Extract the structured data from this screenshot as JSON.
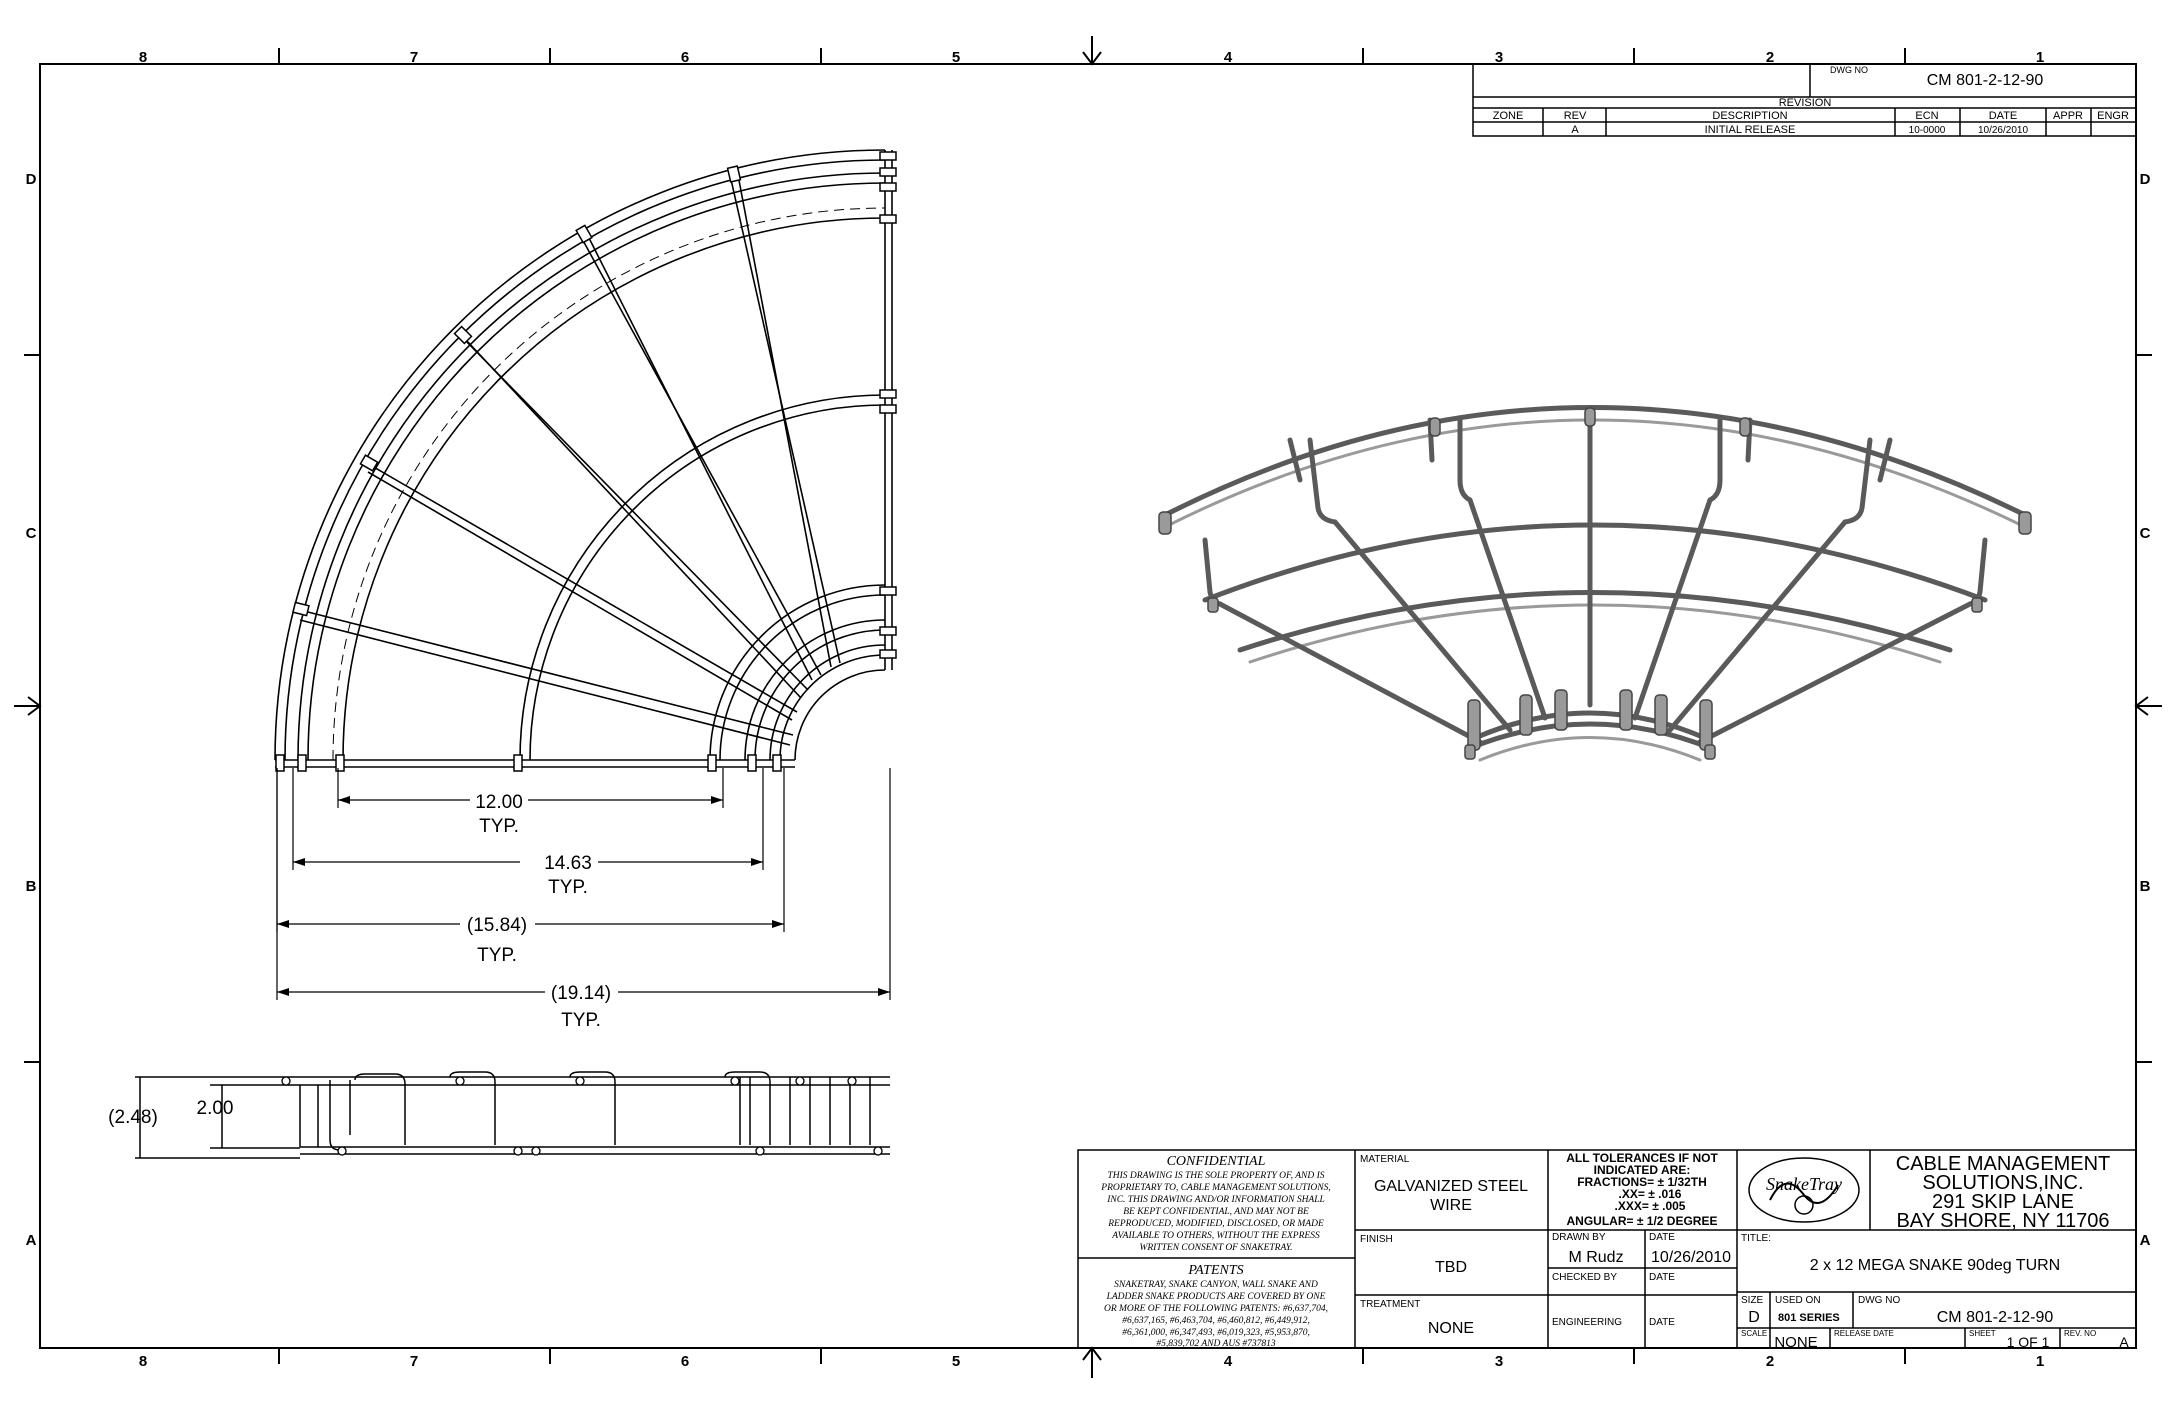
{
  "zones": {
    "top": [
      "8",
      "7",
      "6",
      "5",
      "4",
      "3",
      "2",
      "1"
    ],
    "bottom": [
      "8",
      "7",
      "6",
      "5",
      "4",
      "3",
      "2",
      "1"
    ],
    "left": [
      "D",
      "C",
      "B",
      "A"
    ],
    "right": [
      "D",
      "C",
      "B",
      "A"
    ]
  },
  "revision_block": {
    "dwg_no_label": "DWG NO",
    "dwg_no": "CM 801-2-12-90",
    "title": "REVISION",
    "headers": [
      "ZONE",
      "REV",
      "DESCRIPTION",
      "ECN",
      "DATE",
      "APPR",
      "ENGR"
    ],
    "row": [
      "",
      "A",
      "INITIAL RELEASE",
      "10-0000",
      "10/26/2010",
      "",
      ""
    ]
  },
  "dimensions": {
    "d1": "12.00",
    "d1_note": "TYP.",
    "d2": "14.63",
    "d2_note": "TYP.",
    "d3": "(15.84)",
    "d3_note": "TYP.",
    "d4": "(19.14)",
    "d4_note": "TYP.",
    "h1": "2.00",
    "h2": "(2.48)"
  },
  "title_block": {
    "confidential_title": "CONFIDENTIAL",
    "confidential_text": [
      "THIS DRAWING IS THE SOLE PROPERTY OF, AND IS",
      "PROPRIETARY TO, CABLE MANAGEMENT SOLUTIONS,",
      "INC. THIS DRAWING AND/OR INFORMATION SHALL",
      "BE KEPT CONFIDENTIAL, AND MAY NOT BE",
      "REPRODUCED, MODIFIED, DISCLOSED, OR MADE",
      "AVAILABLE TO OTHERS, WITHOUT THE EXPRESS",
      "WRITTEN CONSENT OF SNAKETRAY."
    ],
    "patents_title": "PATENTS",
    "patents_text": [
      "SNAKETRAY, SNAKE CANYON, WALL SNAKE AND",
      "LADDER SNAKE PRODUCTS ARE COVERED BY ONE",
      "OR MORE OF THE FOLLOWING PATENTS: #6,637,704,",
      "#6,637,165, #6,463,704, #6,460,812, #6,449,912,",
      "#6,361,000, #6,347,493, #6,019,323, #5,953,870,",
      "#5,839,702 AND AUS #737813"
    ],
    "material_label": "MATERIAL",
    "material": [
      "GALVANIZED STEEL",
      "WIRE"
    ],
    "finish_label": "FINISH",
    "finish": "TBD",
    "treatment_label": "TREATMENT",
    "treatment": "NONE",
    "tolerances": [
      "ALL TOLERANCES IF NOT",
      "INDICATED ARE:",
      "FRACTIONS= ± 1/32TH",
      ".XX= ± .016",
      ".XXX= ± .005",
      "ANGULAR= ± 1/2 DEGREE"
    ],
    "drawn_by_label": "DRAWN BY",
    "drawn_by": "M Rudz",
    "date_label": "DATE",
    "drawn_date": "10/26/2010",
    "checked_by_label": "CHECKED BY",
    "engineering_label": "ENGINEERING",
    "logo_text": "SnakeTray",
    "company": [
      "CABLE MANAGEMENT",
      "SOLUTIONS,INC.",
      "291 SKIP LANE",
      "BAY SHORE, NY 11706"
    ],
    "title_label": "TITLE:",
    "title": "2 x 12 MEGA SNAKE 90deg TURN",
    "size_label": "SIZE",
    "size": "D",
    "used_on_label": "USED ON",
    "used_on": "801 SERIES",
    "dwg_no_label": "DWG NO",
    "dwg_no": "CM 801-2-12-90",
    "scale_label": "SCALE",
    "scale": "NONE",
    "release_date_label": "RELEASE DATE",
    "sheet_label": "SHEET",
    "sheet": "1 OF 1",
    "rev_no_label": "REV. NO",
    "rev_no": "A"
  }
}
